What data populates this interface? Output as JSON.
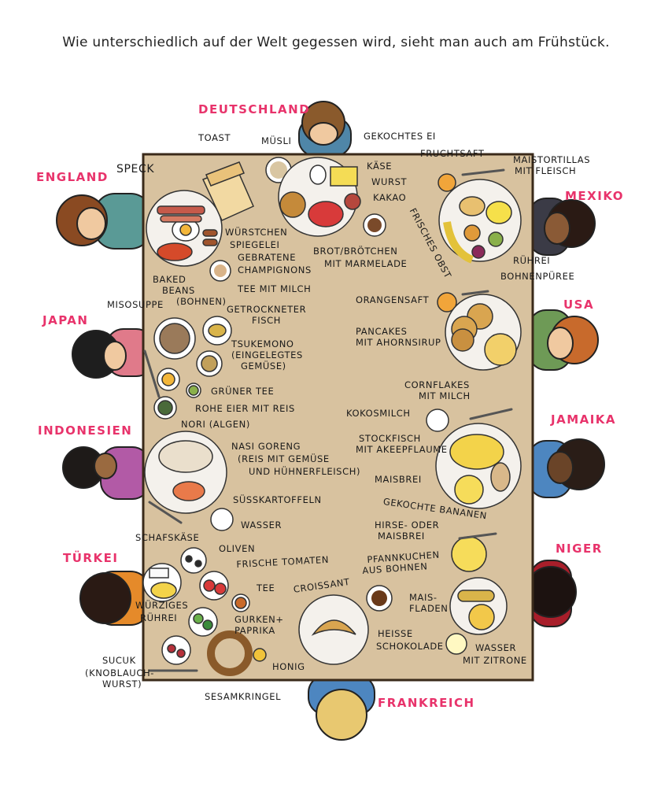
{
  "caption": "Wie unterschiedlich auf der Welt gegessen wird, sieht man auch am Frühstück.",
  "countries": {
    "deutschland": "DEUTSCHLAND",
    "england": "ENGLAND",
    "mexiko": "MEXIKO",
    "japan": "JAPAN",
    "usa": "USA",
    "indonesien": "INDONESIEN",
    "jamaika": "JAMAIKA",
    "tuerkei": "TÜRKEI",
    "niger": "NIGER",
    "frankreich": "FRANKREICH"
  },
  "colors": {
    "country_label": "#e8336b",
    "table": "#d8c29f",
    "table_border": "#3a2a1a"
  },
  "labels": {
    "toast": "TOAST",
    "muesli": "MÜSLI",
    "gekochtes_ei": "GEKOCHTES EI",
    "speck": "SPECK",
    "kaese": "KÄSE",
    "wurst": "WURST",
    "kakao": "KAKAO",
    "fruchtsaft": "FRUCHTSAFT",
    "maistortillas_1": "MAISTORTILLAS",
    "maistortillas_2": "MIT FLEISCH",
    "wuerstchen": "WÜRSTCHEN",
    "spiegelei": "SPIEGELEI",
    "gebratene_1": "GEBRATENE",
    "gebratene_2": "CHAMPIGNONS",
    "brot": "BROT/BRÖTCHEN",
    "marmelade": "MIT MARMELADE",
    "frisches_obst": "FRISCHES OBST",
    "ruehrei_mx": "RÜHREI",
    "bohnenpueree": "BOHNENPÜREE",
    "baked_1": "BAKED",
    "baked_2": "BEANS",
    "baked_3": "(BOHNEN)",
    "tee_mit_milch": "TEE MIT MILCH",
    "misosuppe": "MISOSUPPE",
    "getrockneter_1": "GETROCKNETER",
    "getrockneter_2": "FISCH",
    "orangensaft": "ORANGENSAFT",
    "tsukemono_1": "TSUKEMONO",
    "tsukemono_2": "(EINGELEGTES",
    "tsukemono_3": "GEMÜSE)",
    "pancakes_1": "PANCAKES",
    "pancakes_2": "MIT AHORNSIRUP",
    "gruener_tee": "GRÜNER TEE",
    "rohe_eier": "ROHE EIER MIT REIS",
    "nori": "NORI (ALGEN)",
    "cornflakes_1": "CORNFLAKES",
    "cornflakes_2": "MIT MILCH",
    "kokosmilch": "KOKOSMILCH",
    "nasi_1": "NASI GORENG",
    "nasi_2": "(REIS MIT GEMÜSE",
    "nasi_3": "UND HÜHNERFLEISCH)",
    "stockfisch_1": "STOCKFISCH",
    "stockfisch_2": "MIT AKEEPFLAUME",
    "maisbrei": "MAISBREI",
    "suesskartoffeln": "SÜSSKARTOFFELN",
    "gekochte_bananen": "GEKOCHTE BANANEN",
    "wasser_id": "WASSER",
    "hirse_1": "HIRSE- ODER",
    "hirse_2": "MAISBREI",
    "schafskaese": "SCHAFSKÄSE",
    "oliven": "OLIVEN",
    "pfannkuchen_1": "PFANNKUCHEN",
    "pfannkuchen_2": "AUS BOHNEN",
    "frische_tomaten": "FRISCHE TOMATEN",
    "croissant": "CROISSANT",
    "tee_tr": "TEE",
    "mais_1": "MAIS-",
    "mais_2": "FLADEN",
    "wuerziges_1": "WÜRZIGES",
    "wuerziges_2": "RÜHREI",
    "gurken_1": "GURKEN+",
    "gurken_2": "PAPRIKA",
    "heisse_1": "HEISSE",
    "heisse_2": "SCHOKOLADE",
    "wasser_z_1": "WASSER",
    "wasser_z_2": "MIT ZITRONE",
    "sucuk_1": "SUCUK",
    "sucuk_2": "(KNOBLAUCH-",
    "sucuk_3": "WURST)",
    "honig": "HONIG",
    "sesamkringel": "SESAMKRINGEL"
  }
}
